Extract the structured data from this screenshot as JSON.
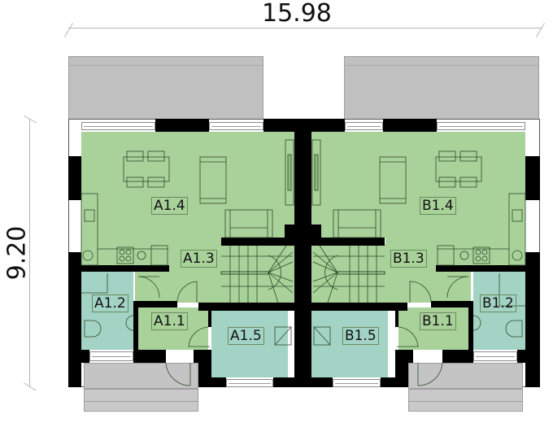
{
  "dimensions": {
    "width_label": "15.98",
    "height_label": "9.20"
  },
  "units": {
    "A": {
      "rooms": [
        {
          "id": "A1.1",
          "label": "A1.1",
          "type": "hall"
        },
        {
          "id": "A1.2",
          "label": "A1.2",
          "type": "bathroom"
        },
        {
          "id": "A1.3",
          "label": "A1.3",
          "type": "staircase"
        },
        {
          "id": "A1.4",
          "label": "A1.4",
          "type": "living-kitchen"
        },
        {
          "id": "A1.5",
          "label": "A1.5",
          "type": "utility"
        }
      ]
    },
    "B": {
      "rooms": [
        {
          "id": "B1.1",
          "label": "B1.1",
          "type": "hall"
        },
        {
          "id": "B1.2",
          "label": "B1.2",
          "type": "bathroom"
        },
        {
          "id": "B1.3",
          "label": "B1.3",
          "type": "staircase"
        },
        {
          "id": "B1.4",
          "label": "B1.4",
          "type": "living-kitchen"
        },
        {
          "id": "B1.5",
          "label": "B1.5",
          "type": "utility"
        }
      ]
    }
  },
  "colors": {
    "living_green": "#a9d19a",
    "wet_teal": "#a3d3c4",
    "wall": "#000000",
    "terrace_grey": "#c0c0c0",
    "dimension_line": "#b5b5b5"
  }
}
